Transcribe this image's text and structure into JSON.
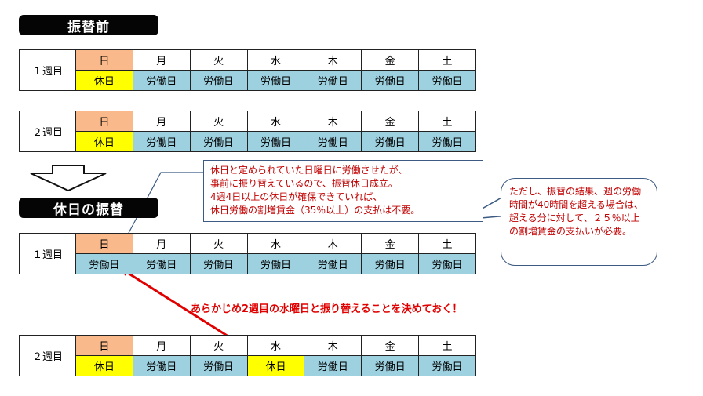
{
  "before": {
    "title": "振替前",
    "days": [
      "日",
      "月",
      "火",
      "水",
      "木",
      "金",
      "土"
    ],
    "weeks": [
      {
        "label": "１週目",
        "statuses": [
          "休日",
          "労働日",
          "労働日",
          "労働日",
          "労働日",
          "労働日",
          "労働日"
        ]
      },
      {
        "label": "２週目",
        "statuses": [
          "休日",
          "労働日",
          "労働日",
          "労働日",
          "労働日",
          "労働日",
          "労働日"
        ]
      }
    ]
  },
  "after": {
    "title": "休日の振替",
    "days": [
      "日",
      "月",
      "火",
      "水",
      "木",
      "金",
      "土"
    ],
    "weeks": [
      {
        "label": "１週目",
        "statuses": [
          "労働日",
          "労働日",
          "労働日",
          "労働日",
          "労働日",
          "労働日",
          "労働日"
        ]
      },
      {
        "label": "２週目",
        "statuses": [
          "休日",
          "労働日",
          "労働日",
          "休日",
          "労働日",
          "労働日",
          "労働日"
        ]
      }
    ]
  },
  "callout_main": {
    "lines": [
      "休日と定められていた日曜日に労働させたが、",
      "事前に振り替えているので、振替休日成立。",
      "4週4日以上の休日が確保できていれば、",
      "休日労働の割増賃金（35％以上）の支払は不要。"
    ]
  },
  "callout_side": {
    "text": "ただし、振替の結果、週の労働時間が40時間を超える場合は、超える分に対して、２５％以上の割増賃金の支払いが必要。"
  },
  "arrow_note": "あらかじめ2週目の水曜日と振り替えることを決めておく！",
  "colors": {
    "sunday_header": "#f9b98a",
    "holiday": "#ffff00",
    "workday": "#9dd1e0",
    "note_red": "#e00000",
    "callout_border": "#3c5a82"
  }
}
